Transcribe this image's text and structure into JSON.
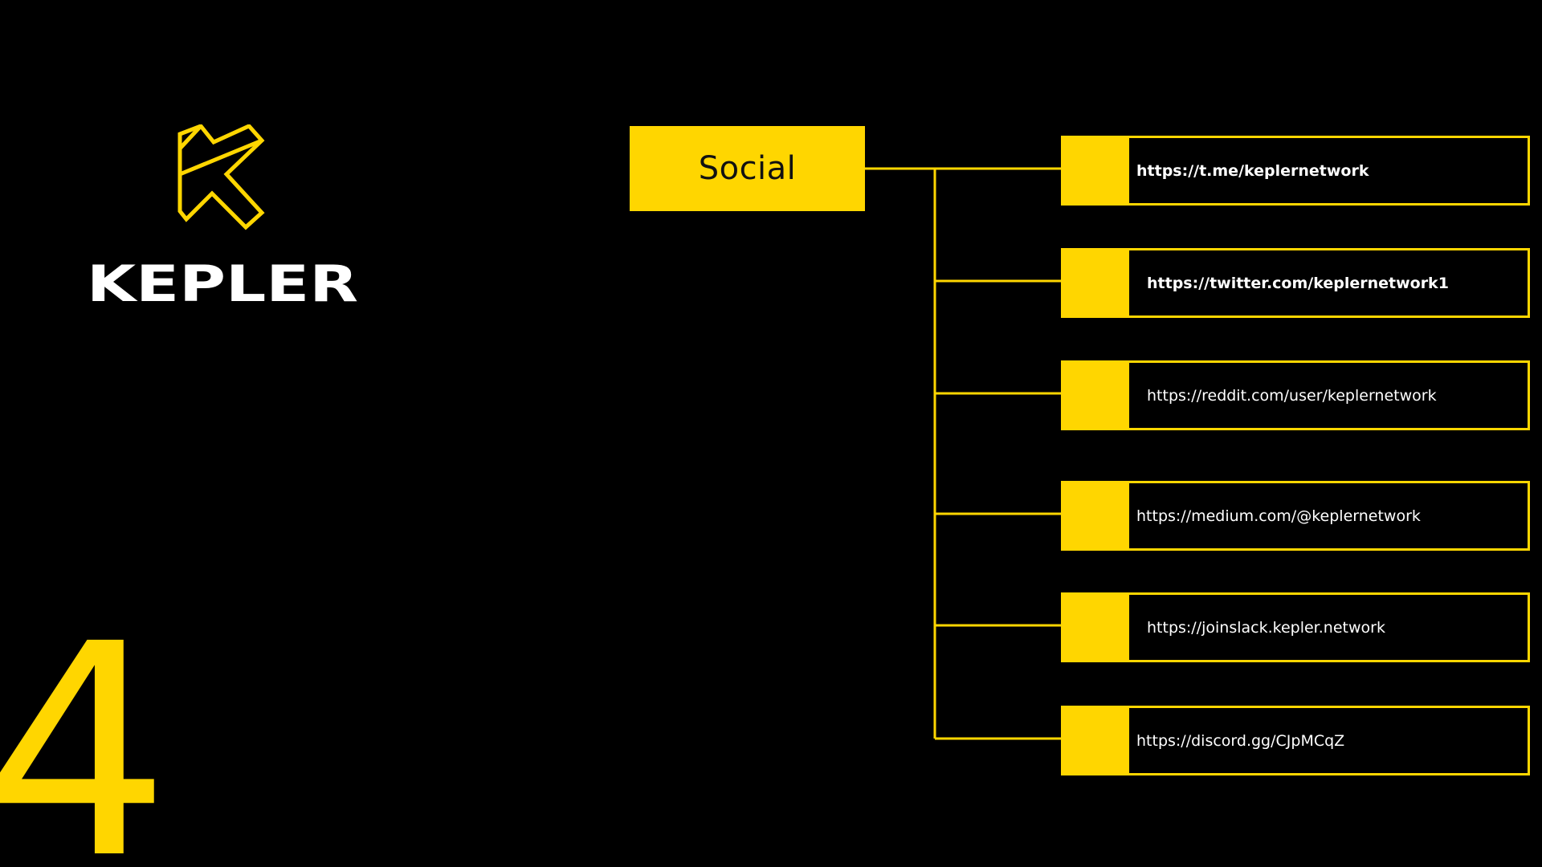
{
  "colors": {
    "background": "#000000",
    "accent": "#FFD600",
    "text_light": "#FFFFFF",
    "text_dark": "#111111"
  },
  "logo": {
    "icon": "kepler-k-logo-icon",
    "wordmark": "KEPLER"
  },
  "page_number": "4",
  "diagram": {
    "root": "Social",
    "links": [
      "https://t.me/keplernetwork",
      "https://twitter.com/keplernetwork1",
      "https://reddit.com/user/keplernetwork",
      "https://medium.com/@keplernetwork",
      "https://joinslack.kepler.network",
      "https://discord.gg/CJpMCqZ"
    ]
  }
}
